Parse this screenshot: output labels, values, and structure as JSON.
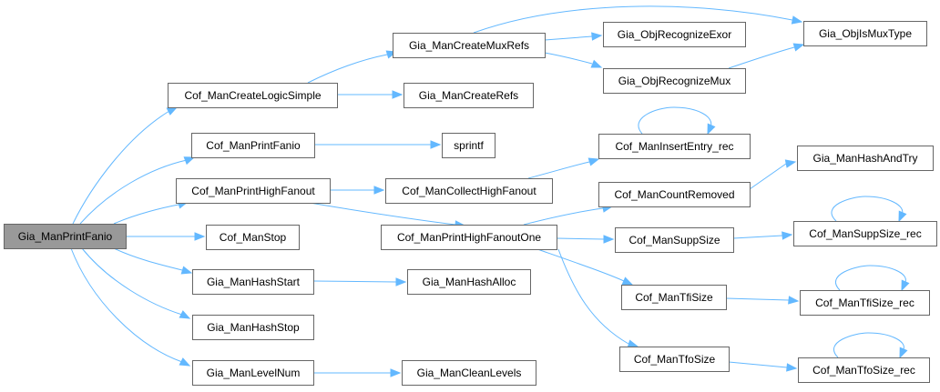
{
  "diagram": {
    "type": "call-graph",
    "edge_color": "#63b8ff",
    "node_border_color": "#666666",
    "root_fill_color": "#999999",
    "nodes": [
      {
        "id": "root",
        "label": "Gia_ManPrintFanio",
        "root": true
      },
      {
        "id": "cls",
        "label": "Cof_ManCreateLogicSimple"
      },
      {
        "id": "cpf",
        "label": "Cof_ManPrintFanio"
      },
      {
        "id": "cphf",
        "label": "Cof_ManPrintHighFanout"
      },
      {
        "id": "cstop",
        "label": "Cof_ManStop"
      },
      {
        "id": "ghstart",
        "label": "Gia_ManHashStart"
      },
      {
        "id": "ghstop",
        "label": "Gia_ManHashStop"
      },
      {
        "id": "glnum",
        "label": "Gia_ManLevelNum"
      },
      {
        "id": "gcmr",
        "label": "Gia_ManCreateMuxRefs"
      },
      {
        "id": "gcr",
        "label": "Gia_ManCreateRefs"
      },
      {
        "id": "sprintf",
        "label": "sprintf"
      },
      {
        "id": "cchf",
        "label": "Cof_ManCollectHighFanout"
      },
      {
        "id": "cphfo",
        "label": "Cof_ManPrintHighFanoutOne"
      },
      {
        "id": "ghalloc",
        "label": "Gia_ManHashAlloc"
      },
      {
        "id": "gclev",
        "label": "Gia_ManCleanLevels"
      },
      {
        "id": "gore",
        "label": "Gia_ObjRecognizeExor"
      },
      {
        "id": "gorm",
        "label": "Gia_ObjRecognizeMux"
      },
      {
        "id": "goimt",
        "label": "Gia_ObjIsMuxType"
      },
      {
        "id": "cier",
        "label": "Cof_ManInsertEntry_rec"
      },
      {
        "id": "ccr",
        "label": "Cof_ManCountRemoved"
      },
      {
        "id": "ghat",
        "label": "Gia_ManHashAndTry"
      },
      {
        "id": "css",
        "label": "Cof_ManSuppSize"
      },
      {
        "id": "cssr",
        "label": "Cof_ManSuppSize_rec"
      },
      {
        "id": "ctfi",
        "label": "Cof_ManTfiSize"
      },
      {
        "id": "ctfir",
        "label": "Cof_ManTfiSize_rec"
      },
      {
        "id": "ctfo",
        "label": "Cof_ManTfoSize"
      },
      {
        "id": "ctfor",
        "label": "Cof_ManTfoSize_rec"
      }
    ],
    "edges": [
      {
        "from": "root",
        "to": "cls"
      },
      {
        "from": "root",
        "to": "cpf"
      },
      {
        "from": "root",
        "to": "cphf"
      },
      {
        "from": "root",
        "to": "cstop"
      },
      {
        "from": "root",
        "to": "ghstart"
      },
      {
        "from": "root",
        "to": "ghstop"
      },
      {
        "from": "root",
        "to": "glnum"
      },
      {
        "from": "cls",
        "to": "gcmr"
      },
      {
        "from": "cls",
        "to": "gcr"
      },
      {
        "from": "gcmr",
        "to": "gore"
      },
      {
        "from": "gcmr",
        "to": "gorm"
      },
      {
        "from": "gcmr",
        "to": "goimt"
      },
      {
        "from": "gorm",
        "to": "goimt"
      },
      {
        "from": "cpf",
        "to": "sprintf"
      },
      {
        "from": "cphf",
        "to": "cchf"
      },
      {
        "from": "cphf",
        "to": "cphfo"
      },
      {
        "from": "cchf",
        "to": "cier"
      },
      {
        "from": "cier",
        "to": "cier"
      },
      {
        "from": "cphfo",
        "to": "ccr"
      },
      {
        "from": "cphfo",
        "to": "css"
      },
      {
        "from": "cphfo",
        "to": "ctfi"
      },
      {
        "from": "cphfo",
        "to": "ctfo"
      },
      {
        "from": "ccr",
        "to": "ghat"
      },
      {
        "from": "css",
        "to": "cssr"
      },
      {
        "from": "cssr",
        "to": "cssr"
      },
      {
        "from": "ctfi",
        "to": "ctfir"
      },
      {
        "from": "ctfir",
        "to": "ctfir"
      },
      {
        "from": "ctfo",
        "to": "ctfor"
      },
      {
        "from": "ctfor",
        "to": "ctfor"
      },
      {
        "from": "ghstart",
        "to": "ghalloc"
      },
      {
        "from": "glnum",
        "to": "gclev"
      }
    ]
  }
}
